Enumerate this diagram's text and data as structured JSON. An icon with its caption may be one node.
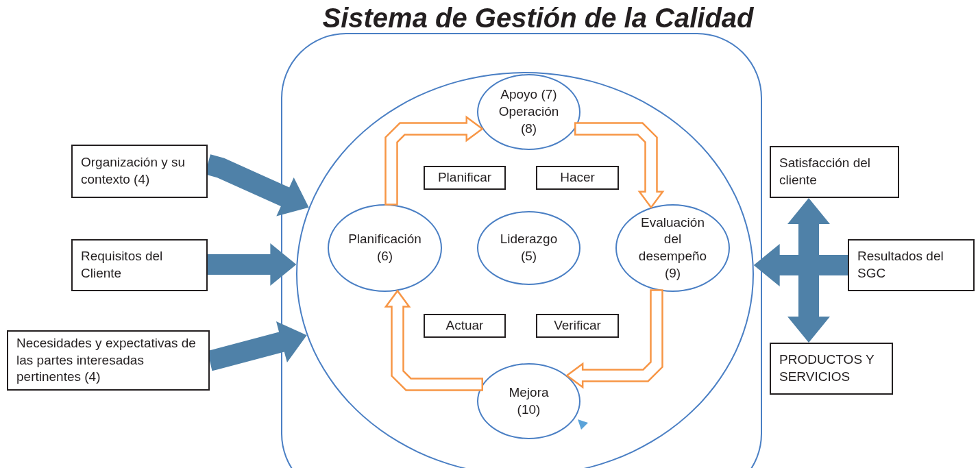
{
  "diagram": {
    "title": "Sistema de Gestión de la Calidad",
    "nodes": [
      {
        "text": [],
        "shape": "box"
      },
      {
        "text": [],
        "shape": "circle",
        "in": 0
      },
      {
        "text": [
          "Apoyo (7) Operación (8)"
        ],
        "in": 1
      },
      {
        "text": [
          "Planificar"
        ],
        "in": 1
      },
      {
        "text": [
          "Hacer"
        ],
        "in": 1
      },
      {
        "text": [
          "Planificación (6)"
        ],
        "in": 1
      },
      {
        "text": [
          "Liderazgo (5)"
        ],
        "in": 1
      },
      {
        "text": [
          "Evaluación del desempeño (9)"
        ],
        "in": 1
      },
      {
        "text": [
          "Actuar"
        ],
        "in": 1
      },
      {
        "text": [
          "Verificar"
        ],
        "in": 1
      },
      {
        "text": [
          "Mejora (10)"
        ],
        "in": 1
      },
      {
        "text": [
          "Organización y su contexto (4)"
        ]
      },
      {
        "text": [
          "Requisitos del Cliente"
        ]
      },
      {
        "text": [
          "Necesidades y expectativas de las partes interesadas pertinentes (4)"
        ]
      },
      {
        "text": [
          "Satisfacción del cliente"
        ]
      },
      {
        "text": [
          "Resultados del SGC"
        ]
      },
      {
        "text": [
          "PRODUCTOS Y SERVICIOS"
        ]
      }
    ],
    "edges": [
      {
        "from": 5,
        "to": 2,
        "arrow": "to",
        "color": "#f79646"
      },
      {
        "from": 2,
        "to": 7,
        "arrow": "to",
        "color": "#f79646"
      },
      {
        "from": 7,
        "to": 10,
        "arrow": "to",
        "color": "#f79646"
      },
      {
        "from": 10,
        "to": 5,
        "arrow": "to",
        "color": "#f79646"
      },
      {
        "from": 11,
        "to": 1,
        "arrow": "to",
        "style": "thick"
      },
      {
        "from": 12,
        "to": 1,
        "arrow": "to",
        "style": "thick"
      },
      {
        "from": 13,
        "to": 1,
        "arrow": "to",
        "style": "thick"
      },
      {
        "from": 15,
        "to": 1,
        "arrow": "to",
        "style": "thick"
      },
      {
        "from": 15,
        "to": 14,
        "arrow": "to",
        "style": "thick"
      },
      {
        "from": 15,
        "to": 16,
        "arrow": "to",
        "style": "thick"
      }
    ]
  }
}
